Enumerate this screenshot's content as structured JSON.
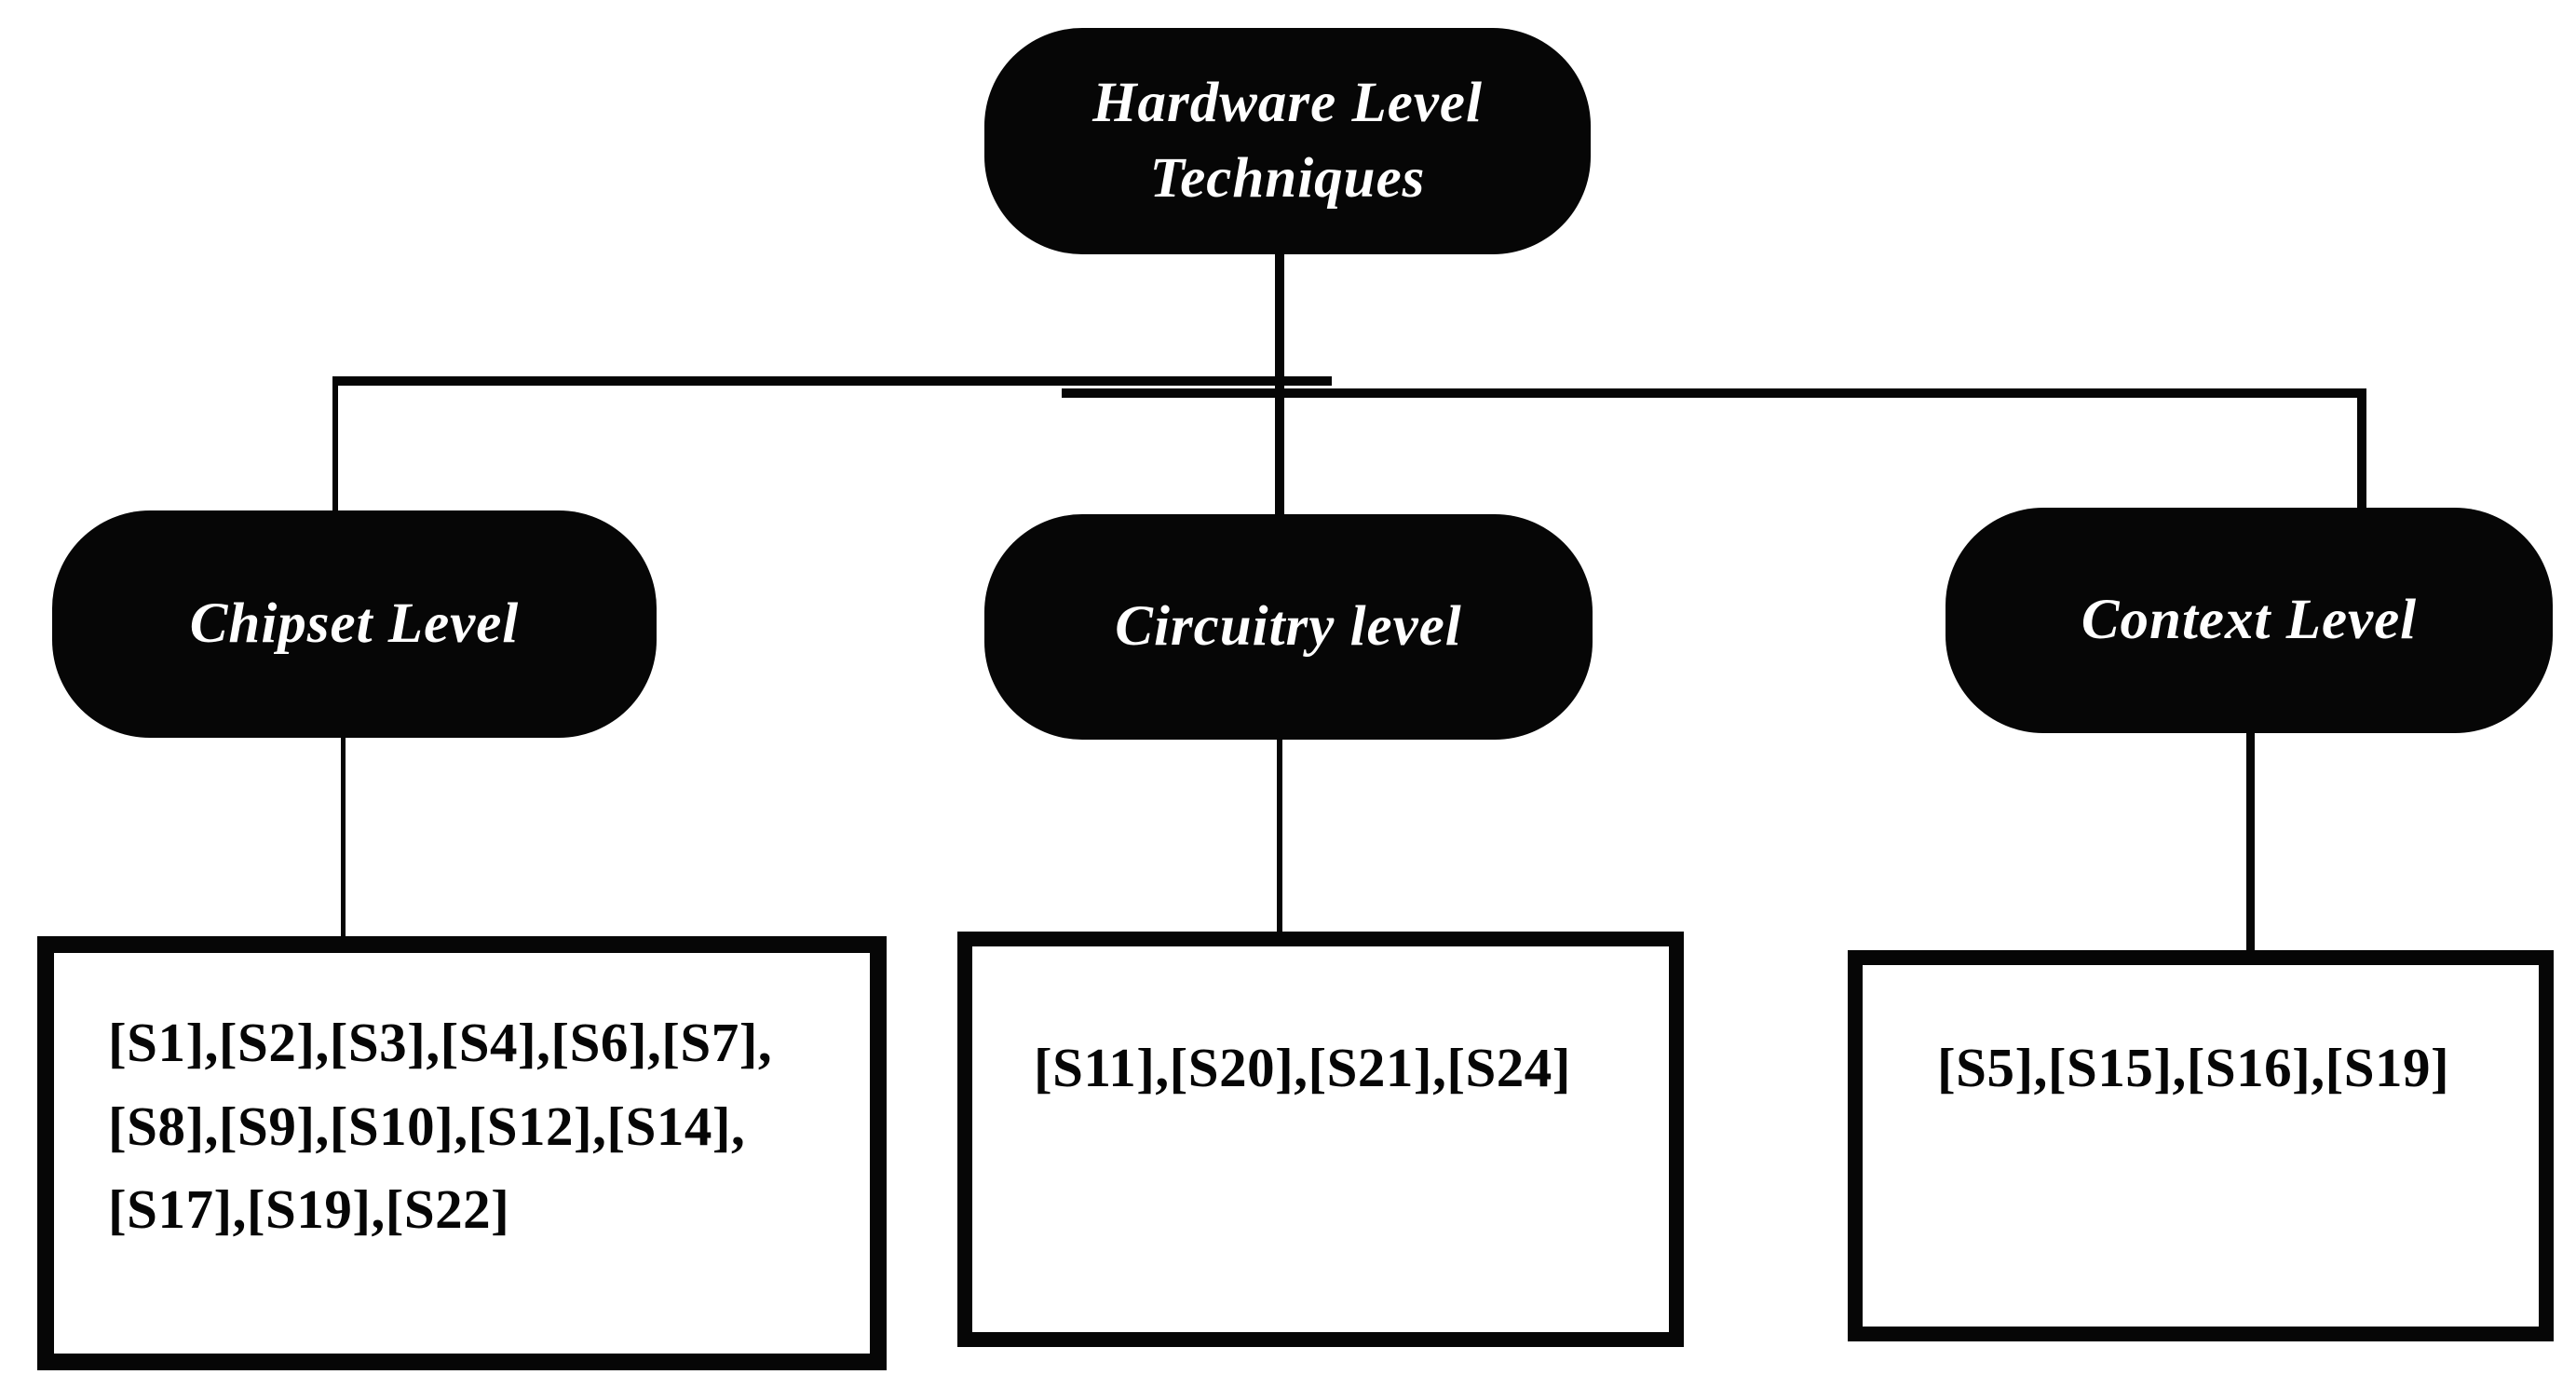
{
  "diagram": {
    "title": "Hardware Level Techniques taxonomy",
    "colors": {
      "node_background": "#060606",
      "node_text": "#ffffff",
      "connector": "#060606",
      "box_border": "#060606",
      "box_text": "#060606",
      "page_background": "#ffffff"
    },
    "root": {
      "label": "Hardware Level Techniques"
    },
    "branches": [
      {
        "id": "chipset",
        "label": "Chipset Level",
        "citations_lines": [
          "[S1],[S2],[S3],[S4],[S6],[S7],",
          "[S8],[S9],[S10],[S12],[S14],",
          "[S17],[S19],[S22]"
        ]
      },
      {
        "id": "circuitry",
        "label": "Circuitry level",
        "citations_lines": [
          "[S11],[S20],[S21],[S24]"
        ]
      },
      {
        "id": "context",
        "label": "Context Level",
        "citations_lines": [
          "[S5],[S15],[S16],[S19]"
        ]
      }
    ]
  }
}
